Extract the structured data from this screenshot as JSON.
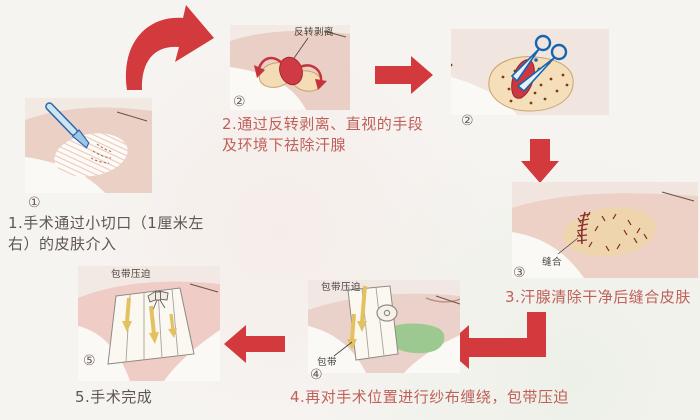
{
  "steps": {
    "step1": {
      "marker": "①",
      "caption": "1.手术通过小切口（1厘米左右）的皮肤介入"
    },
    "step2": {
      "marker": "②",
      "caption": "2.通过反转剥离、直视的手段及环境下祛除汗腺",
      "annotation": "反转剥离"
    },
    "step2b": {
      "marker": "②"
    },
    "step3": {
      "marker": "③",
      "caption": "3.汗腺清除干净后缝合皮肤",
      "annotation": "缝合"
    },
    "step4": {
      "marker": "④",
      "caption": "4.再对手术位置进行纱布缠绕，包带压迫",
      "annotation_top": "包带压迫",
      "annotation_bottom": "包带"
    },
    "step5": {
      "marker": "⑤",
      "caption": "5.手术完成",
      "annotation": "包带压迫"
    }
  },
  "colors": {
    "arrow_red": "#d23a3d",
    "caption_red": "#c0605b",
    "caption_dark": "#5f5551",
    "annotation_text": "#47413c",
    "panel_background": "#f2e9e3",
    "skin_pink": "#ebd0c6",
    "instrument_blue": "#2a67ad",
    "scissors_blue": "#1565b0",
    "gland_red": "#d03a44",
    "flap_tan": "#f3dcb6",
    "arm_green": "#9bc98f",
    "bandage_arrow_yellow": "#e3c160",
    "stitch_red": "#8c2f2f"
  }
}
